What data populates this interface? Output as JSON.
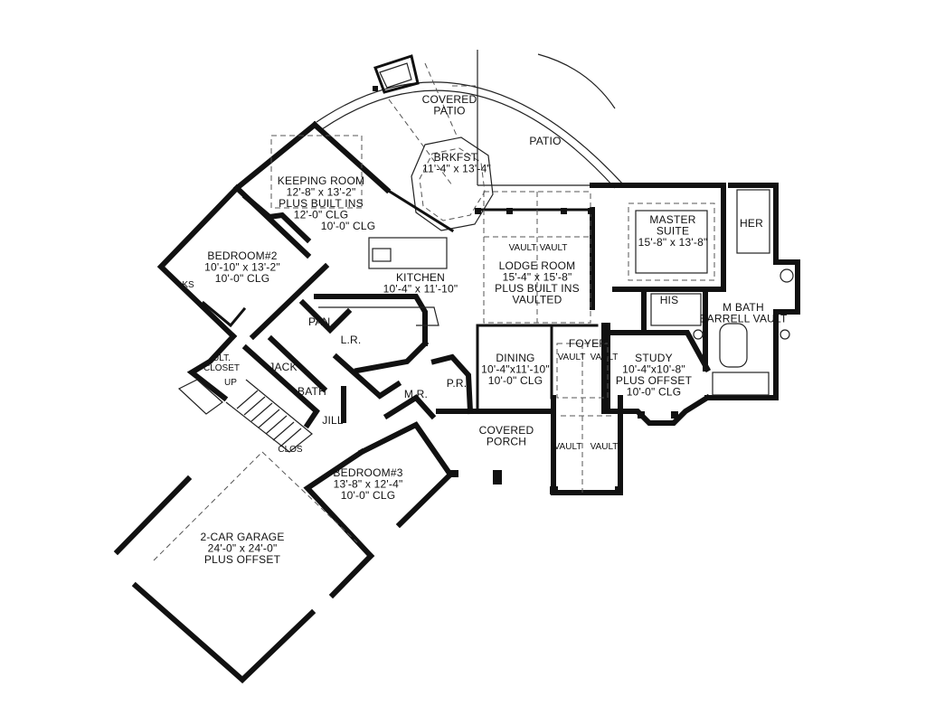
{
  "rooms": {
    "covered_patio_top": [
      "COVERED",
      "PATIO"
    ],
    "patio": [
      "PATIO"
    ],
    "brkfst": [
      "BRKFST.",
      "11'-4\" x 13'-4\""
    ],
    "keeping_room": [
      "KEEPING ROOM",
      "12'-8\" x 13'-2\"",
      "PLUS BUILT INS",
      "12'-0\" CLG"
    ],
    "kitchen_clg": [
      "10'-0\" CLG"
    ],
    "bedroom2": [
      "BEDROOM#2",
      "10'-10\" x 13'-2\"",
      "10'-0\" CLG"
    ],
    "ks": [
      "KS"
    ],
    "kitchen": [
      "KITCHEN",
      "10'-4\" x 11'-10\""
    ],
    "lodge_room": [
      "LODGE ROOM",
      "15'-4\" x 15'-8\"",
      "PLUS BUILT INS",
      "VAULTED"
    ],
    "lodge_vault": [
      "VAULT",
      "VAULT"
    ],
    "master_suite": [
      "MASTER",
      "SUITE",
      "15'-8\" x 13'-8\""
    ],
    "her": [
      "HER"
    ],
    "his": [
      "HIS"
    ],
    "m_bath": [
      "M BATH",
      "BARRELL VAULT"
    ],
    "pan": [
      "PAN."
    ],
    "lr": [
      "L.R."
    ],
    "ult_closet": [
      "ULT.",
      "CLOSET"
    ],
    "up": [
      "UP"
    ],
    "jack": [
      "JACK"
    ],
    "bath": [
      "BATH"
    ],
    "jill": [
      "JILL"
    ],
    "clos": [
      "CLOS"
    ],
    "mr": [
      "M.R."
    ],
    "pr": [
      "P.R."
    ],
    "dining": [
      "DINING",
      "10'-4\"x11'-10\"",
      "10'-0\" CLG"
    ],
    "foyer": [
      "FOYER"
    ],
    "foyer_vault": [
      "VAULT",
      "VAULT"
    ],
    "study": [
      "STUDY",
      "10'-4\"x10'-8\"",
      "PLUS OFFSET",
      "10'-0\" CLG"
    ],
    "covered_porch": [
      "COVERED",
      "PORCH"
    ],
    "porch_vault": [
      "VAULT",
      "VAULT"
    ],
    "bedroom3": [
      "BEDROOM#3",
      "13'-8\" x 12'-4\"",
      "10'-0\" CLG"
    ],
    "garage": [
      "2-CAR GARAGE",
      "24'-0\" x 24'-0\"",
      "PLUS OFFSET"
    ]
  }
}
